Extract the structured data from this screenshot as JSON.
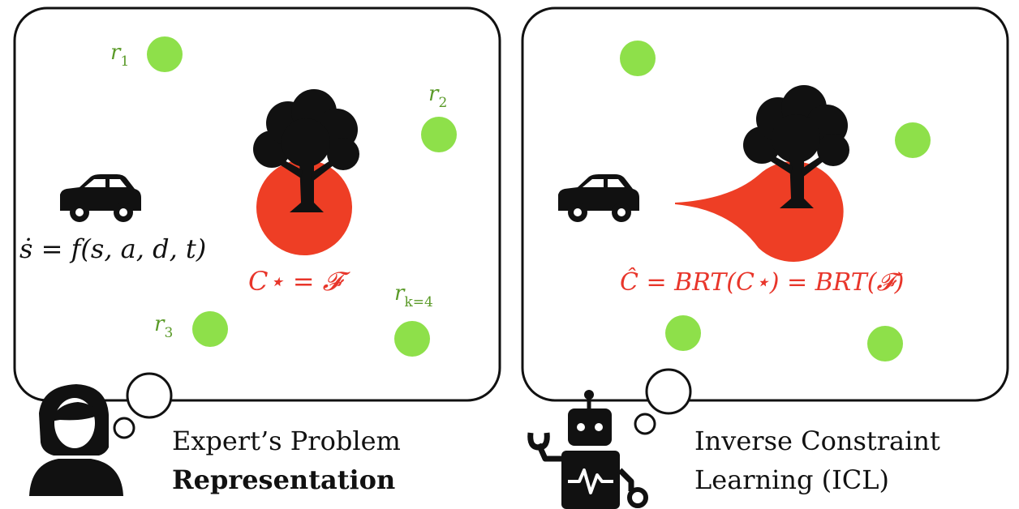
{
  "left_panel": {
    "reward_labels": [
      {
        "base": "r",
        "sub": "1"
      },
      {
        "base": "r",
        "sub": "2"
      },
      {
        "base": "r",
        "sub": "3"
      },
      {
        "base": "r",
        "sub": "k=4"
      }
    ],
    "dynamics_equation": "ṡ = f(s, a, d, t)",
    "constraint_label": "C⋆ = 𝓕",
    "caption_line1": "Expert’s Problem",
    "caption_line2": "Representation"
  },
  "right_panel": {
    "constraint_label": "Ĉ = BRT(C⋆) = BRT(𝓕)",
    "caption_line1": "Inverse Constraint",
    "caption_line2": "Learning (ICL)"
  },
  "colors": {
    "reward_green": "#8ee04a",
    "label_green": "#5a9a28",
    "constraint_red": "#ee3e25",
    "outline": "#111111"
  },
  "icons": [
    "car-icon",
    "tree-icon",
    "person-icon",
    "robot-icon",
    "thought-bubble-icon"
  ]
}
